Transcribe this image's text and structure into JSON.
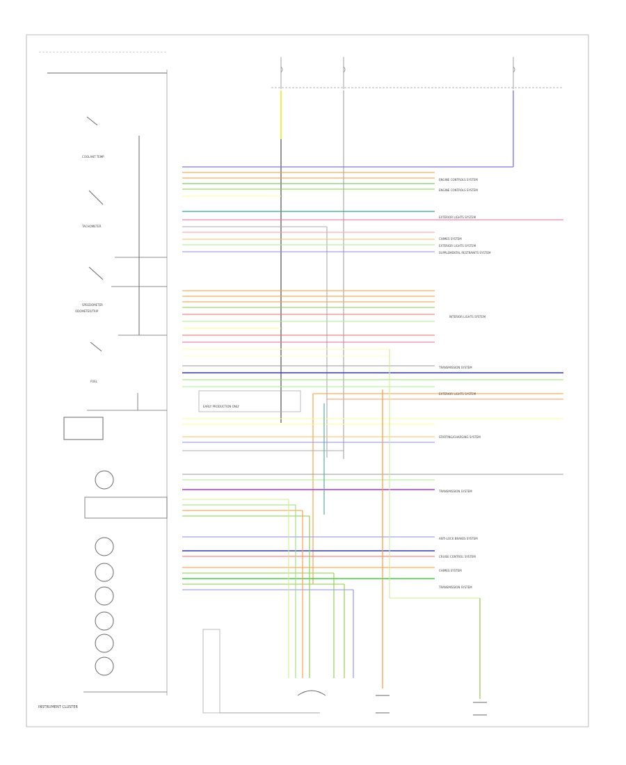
{
  "diagram": {
    "labels": {
      "coolant_temp": "COOLANT TEMP",
      "tachometer": "TACHOMETER",
      "speedometer": "SPEEDOMETER",
      "odometer": "ODOMETER/TRIP",
      "fuel": "FUEL",
      "early_production": "EARLY PRODUCTION ONLY",
      "instrument_cluster": "INSTRUMENT CLUSTER"
    },
    "systems": {
      "engine_controls_1": "ENGINE CONTROLS SYSTEM",
      "engine_controls_2": "ENGINE CONTROLS SYSTEM",
      "exterior_lights_1": "EXTERIOR LIGHTS SYSTEM",
      "exterior_lights_2": "EXTERIOR LIGHTS SYSTEM",
      "exterior_lights_3": "EXTERIOR LIGHTS SYSTEM",
      "chimes": "CHIMES SYSTEM",
      "sir": "SUPPLEMENTAL RESTRAINTS SYSTEM",
      "interior_lights": "INTERIOR LIGHTS SYSTEM",
      "transmission_1": "TRANSMISSION SYSTEM",
      "transmission_2": "TRANSMISSION SYSTEM",
      "transmission_3": "TRANSMISSION SYSTEM",
      "starting_charging": "STARTING/CHARGING SYSTEM",
      "anti_lock": "ANTI-LOCK BRAKES SYSTEM",
      "cruise": "CRUISE CONTROL SYSTEM",
      "chimes_2": "CHIMES SYSTEM"
    }
  }
}
